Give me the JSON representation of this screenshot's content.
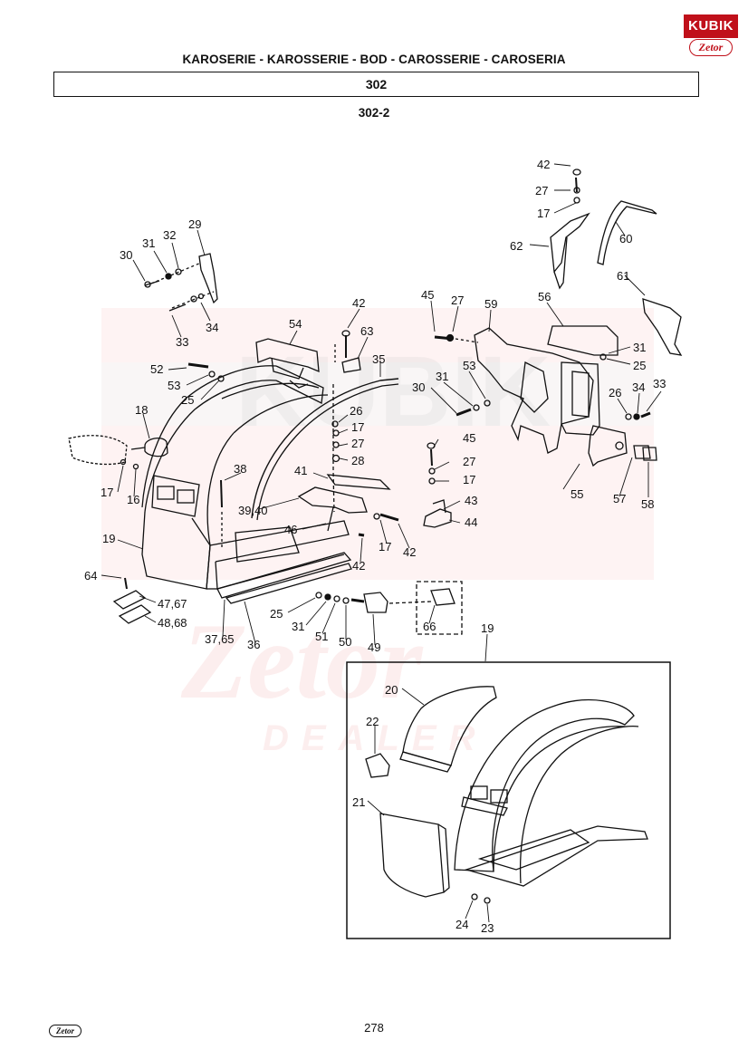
{
  "header": {
    "title": "KAROSERIE - KAROSSERIE - BOD    - CAROSSERIE - CAROSERIA",
    "section": "302",
    "sub_id": "302-2"
  },
  "logo": {
    "top_text": "KUBIK",
    "bottom_text": "Zetor"
  },
  "footer": {
    "page_number": "278",
    "logo_text": "Zetor"
  },
  "watermark": {
    "brand": "KUBIK",
    "script": "Zetor",
    "dealer": "DEALER"
  },
  "callouts": [
    {
      "label": "42"
    },
    {
      "label": "27"
    },
    {
      "label": "17"
    },
    {
      "label": "62"
    },
    {
      "label": "60"
    },
    {
      "label": "61"
    },
    {
      "label": "29"
    },
    {
      "label": "32"
    },
    {
      "label": "31"
    },
    {
      "label": "30"
    },
    {
      "label": "34"
    },
    {
      "label": "33"
    },
    {
      "label": "54"
    },
    {
      "label": "42"
    },
    {
      "label": "63"
    },
    {
      "label": "45"
    },
    {
      "label": "27"
    },
    {
      "label": "59"
    },
    {
      "label": "56"
    },
    {
      "label": "31"
    },
    {
      "label": "25"
    },
    {
      "label": "52"
    },
    {
      "label": "53"
    },
    {
      "label": "25"
    },
    {
      "label": "35"
    },
    {
      "label": "31"
    },
    {
      "label": "53"
    },
    {
      "label": "30"
    },
    {
      "label": "26"
    },
    {
      "label": "34"
    },
    {
      "label": "33"
    },
    {
      "label": "18"
    },
    {
      "label": "26"
    },
    {
      "label": "17"
    },
    {
      "label": "27"
    },
    {
      "label": "28"
    },
    {
      "label": "45"
    },
    {
      "label": "27"
    },
    {
      "label": "17"
    },
    {
      "label": "17"
    },
    {
      "label": "16"
    },
    {
      "label": "38"
    },
    {
      "label": "41"
    },
    {
      "label": "55"
    },
    {
      "label": "57"
    },
    {
      "label": "58"
    },
    {
      "label": "39,40"
    },
    {
      "label": "43"
    },
    {
      "label": "44"
    },
    {
      "label": "46"
    },
    {
      "label": "17"
    },
    {
      "label": "42"
    },
    {
      "label": "19"
    },
    {
      "label": "42"
    },
    {
      "label": "64"
    },
    {
      "label": "47,67"
    },
    {
      "label": "48,68"
    },
    {
      "label": "25"
    },
    {
      "label": "31"
    },
    {
      "label": "51"
    },
    {
      "label": "50"
    },
    {
      "label": "49"
    },
    {
      "label": "66"
    },
    {
      "label": "37,65"
    },
    {
      "label": "36"
    },
    {
      "label": "19"
    },
    {
      "label": "20"
    },
    {
      "label": "22"
    },
    {
      "label": "21"
    },
    {
      "label": "24"
    },
    {
      "label": "23"
    }
  ]
}
